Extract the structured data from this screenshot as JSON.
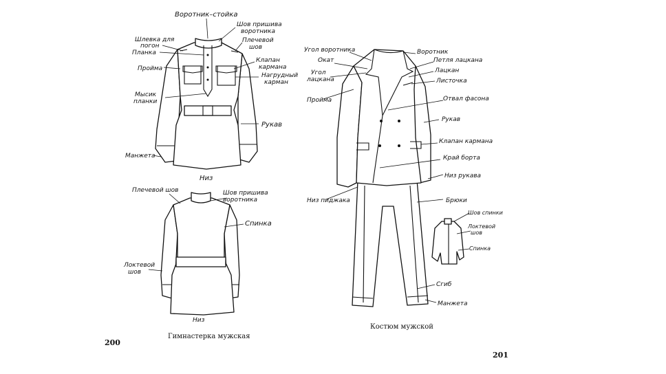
{
  "left_page": {
    "page_number": "200",
    "caption": "Гимнастерка мужская",
    "front_labels": {
      "collar": "Воротник–стойка",
      "collar_seam_1": "Шов пришива",
      "collar_seam_2": "воротника",
      "shoulder_seam_1": "Плечевой",
      "shoulder_seam_2": "шов",
      "strap_loop_1": "Шлевка для",
      "strap_loop_2": "погон",
      "placket": "Планка",
      "armhole": "Пройма",
      "pocket_flap_1": "Клапан",
      "pocket_flap_2": "кармана",
      "breast_pocket_1": "Нагрудный",
      "breast_pocket_2": "карман",
      "placket_tips_1": "Мысик",
      "placket_tips_2": "планки",
      "sleeve": "Рукав",
      "cuff": "Манжета",
      "hem": "Низ"
    },
    "back_labels": {
      "shoulder_seam": "Плечевой шов",
      "collar_seam_1": "Шов пришива",
      "collar_seam_2": "воротника",
      "back": "Спинка",
      "elbow_seam_1": "Локтевой",
      "elbow_seam_2": "шов",
      "hem": "Низ"
    }
  },
  "right_page": {
    "page_number": "201",
    "caption": "Костюм мужской",
    "labels": {
      "collar_corner": "Угол воротника",
      "roll": "Окат",
      "lapel_corner_1": "Угол",
      "lapel_corner_2": "лацкана",
      "armhole": "Пройма",
      "collar": "Воротник",
      "lapel_loop": "Петля лацкана",
      "lapel": "Лацкан",
      "leaflet": "Листочка",
      "lapel_fold": "Отвал фасона",
      "sleeve": "Рукав",
      "pocket_flap": "Клапан кармана",
      "front_edge": "Край борта",
      "sleeve_hem": "Низ рукава",
      "jacket_hem": "Низ пиджака",
      "trousers": "Брюки",
      "fold": "Сгиб",
      "cuff": "Манжета"
    },
    "small_back_labels": {
      "back_seam": "Шов спинки",
      "elbow_seam_1": "Локтевой",
      "elbow_seam_2": "шов",
      "back": "Спинка"
    }
  }
}
